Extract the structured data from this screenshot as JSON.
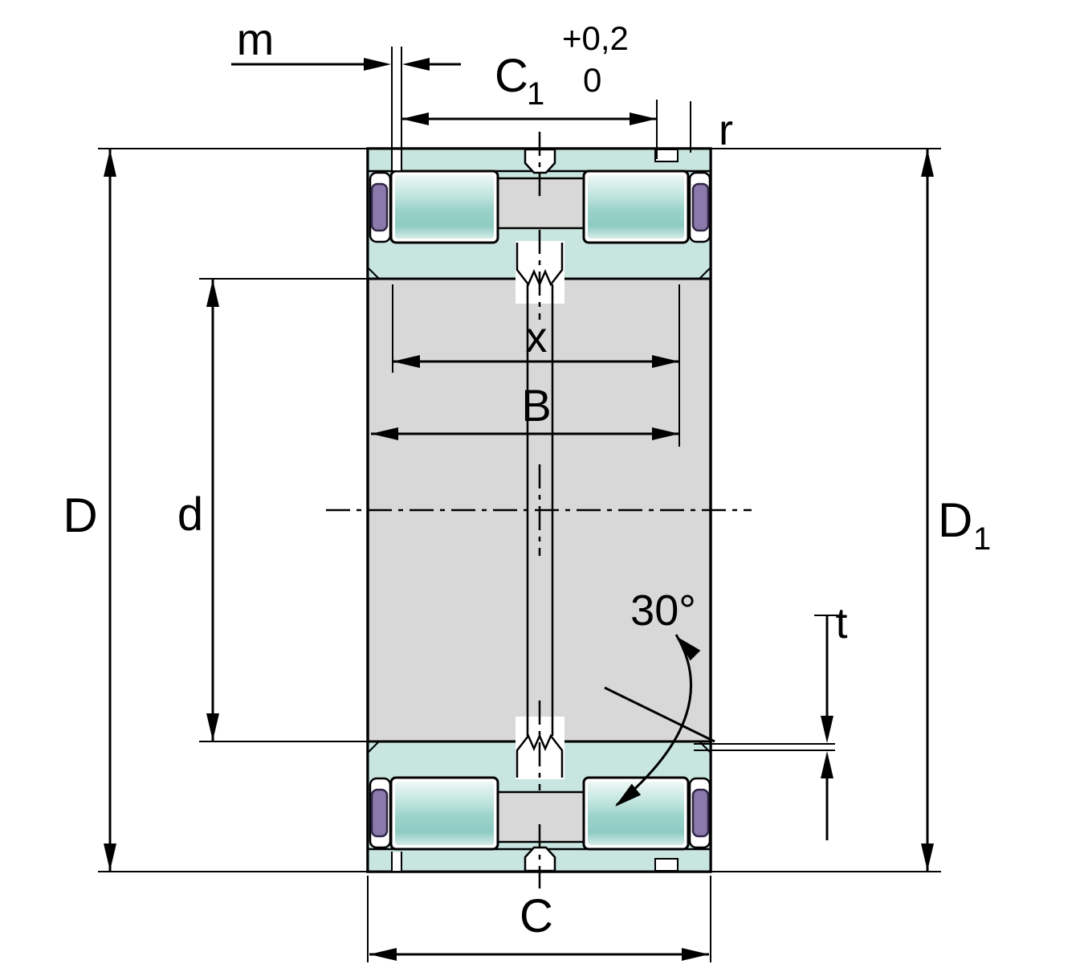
{
  "drawing": {
    "labels": {
      "m": "m",
      "c1_main": "C",
      "c1_sub": "1",
      "c1_tol_upper": "+0,2",
      "c1_tol_lower": "0",
      "r": "r",
      "x": "x",
      "b": "B",
      "outer_diameter": "D",
      "bore_diameter": "d",
      "d1_main": "D",
      "d1_sub": "1",
      "angle": "30°",
      "t": "t",
      "c": "C"
    },
    "colors": {
      "ring_fill": "#c8e5e0",
      "body_fill": "#d8d8d8",
      "roller_fill": "#a9d9d2",
      "seal_fill": "#8c79ac",
      "line": "#000000"
    }
  }
}
